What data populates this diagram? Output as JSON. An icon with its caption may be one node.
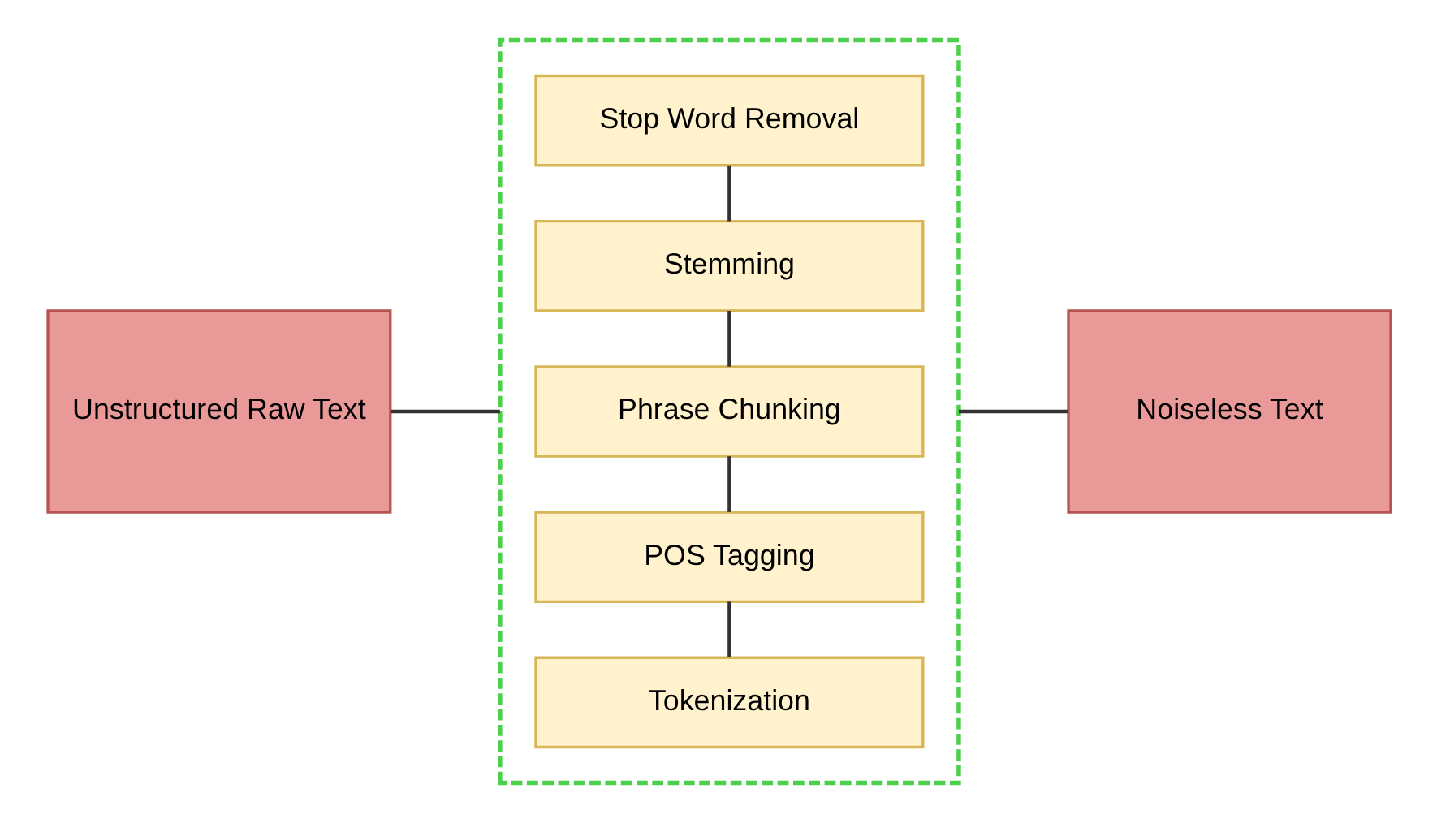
{
  "diagram": {
    "nodes": [
      {
        "text": [
          "Unstructured Raw Text"
        ]
      },
      {
        "text": [],
        "shape": "box"
      },
      {
        "text": [
          "Stop Word Removal"
        ],
        "in": 1
      },
      {
        "text": [
          "Stemming"
        ],
        "in": 1
      },
      {
        "text": [
          "Phrase Chunking"
        ],
        "in": 1
      },
      {
        "text": [
          "POS Tagging"
        ],
        "in": 1
      },
      {
        "text": [
          "Tokenization"
        ],
        "in": 1
      },
      {
        "text": [
          "Noiseless Text"
        ]
      }
    ],
    "edges": [
      {
        "from": 0,
        "to": 1,
        "arrow": "none"
      },
      {
        "from": 2,
        "to": 3,
        "arrow": "none"
      },
      {
        "from": 3,
        "to": 4,
        "arrow": "none"
      },
      {
        "from": 4,
        "to": 5,
        "arrow": "none"
      },
      {
        "from": 5,
        "to": 6,
        "arrow": "none"
      },
      {
        "from": 1,
        "to": 7,
        "arrow": "none"
      }
    ]
  }
}
